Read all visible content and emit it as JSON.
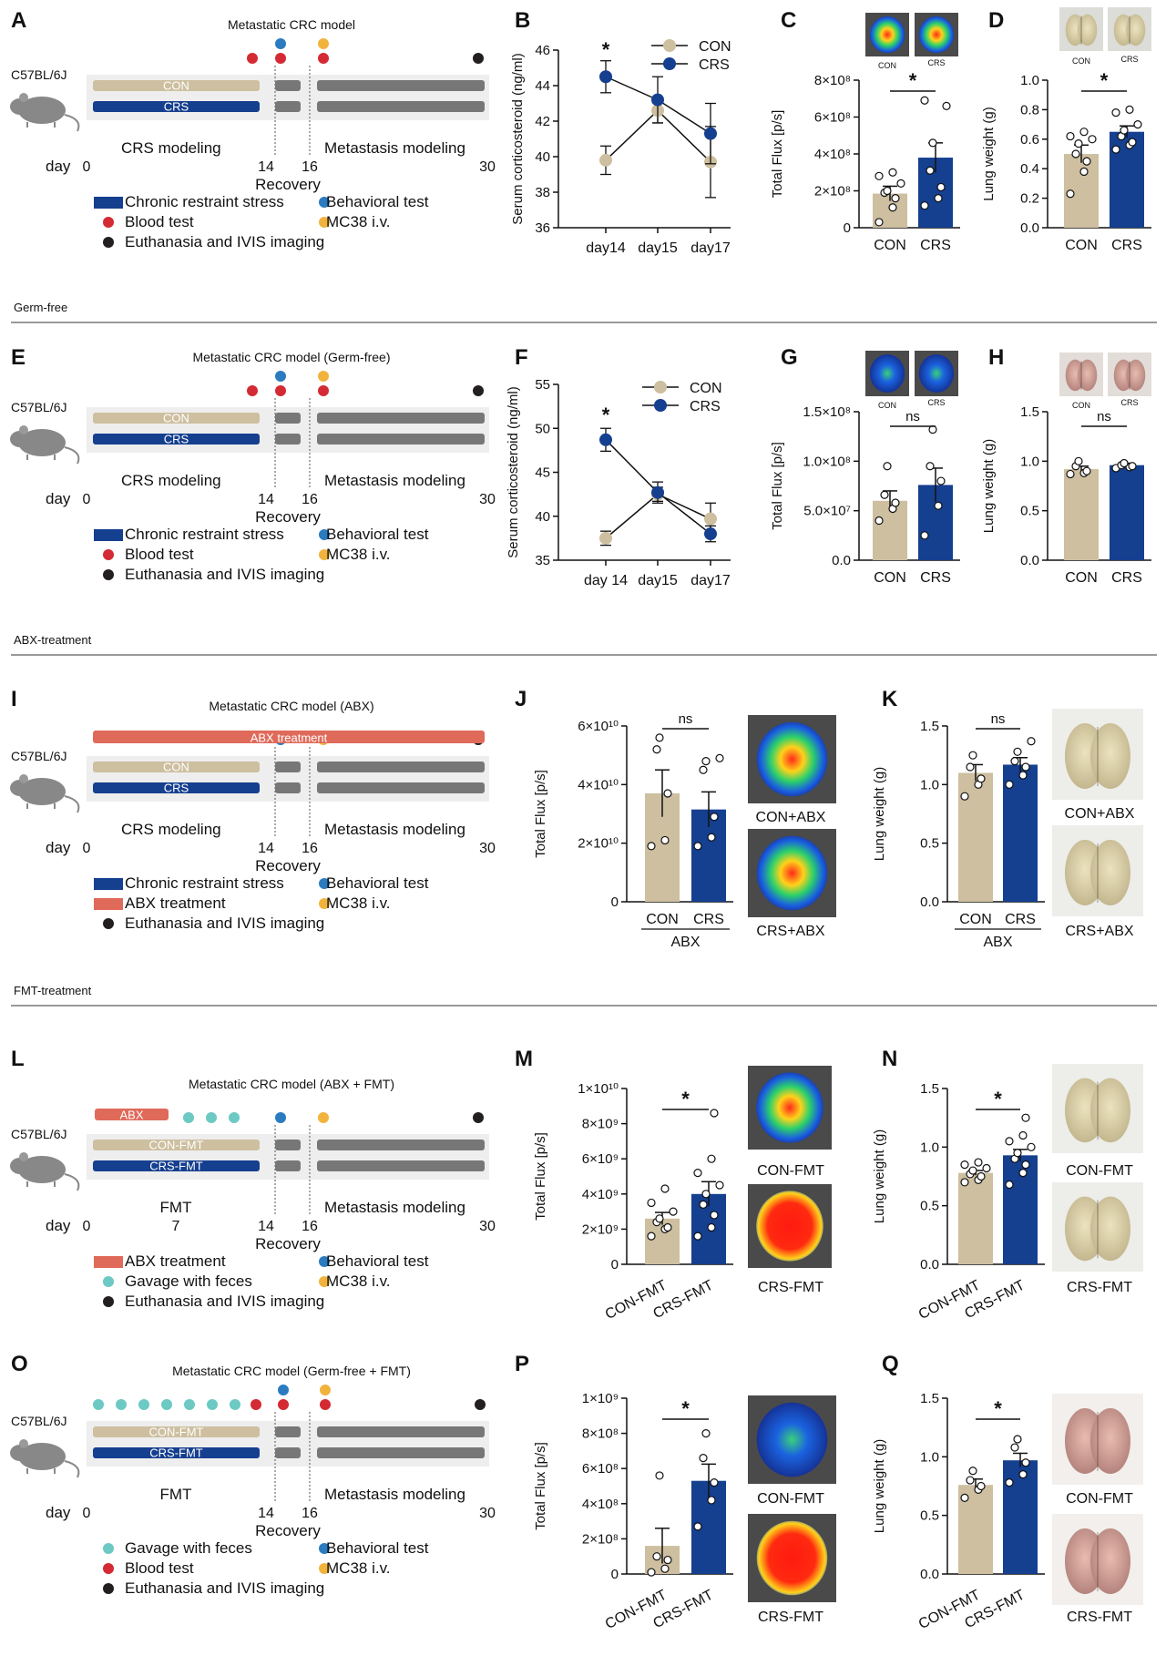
{
  "colors": {
    "con": "#cdbf9f",
    "crs": "#153f8f",
    "grey": "#777777",
    "panelbg": "#eeeeee",
    "abx": "#e06a5a",
    "blood": "#d42a33",
    "behav": "#2b7bc0",
    "mc38": "#f2b33d",
    "euth": "#231f20",
    "gavage": "#6cc9c4"
  },
  "sections": {
    "germfree": "Germ-free",
    "abx": "ABX-treatment",
    "fmt": "FMT-treatment"
  },
  "letters": {
    "A": "A",
    "B": "B",
    "C": "C",
    "D": "D",
    "E": "E",
    "F": "F",
    "G": "G",
    "H": "H",
    "I": "I",
    "J": "J",
    "K": "K",
    "L": "L",
    "M": "M",
    "N": "N",
    "O": "O",
    "P": "P",
    "Q": "Q"
  },
  "common": {
    "mouse": "C57BL/6J",
    "day": "day",
    "con": "CON",
    "crs": "CRS",
    "conFmt": "CON-FMT",
    "crsFmt": "CRS-FMT",
    "crsModeling": "CRS modeling",
    "metModeling": "Metastasis modeling",
    "recovery": "Recovery",
    "fmt": "FMT",
    "d0": "0",
    "d7": "7",
    "d14": "14",
    "d16": "16",
    "d30": "30",
    "legChronic": "Chronic restraint stress",
    "legBehav": "Behavioral test",
    "legBlood": "Blood test",
    "legMc38": "MC38 i.v.",
    "legEuth": "Euthanasia and IVIS imaging",
    "legAbx": "ABX treatment",
    "legGavage": "Gavage with feces",
    "abxBar": "ABX treatment",
    "abxShort": "ABX",
    "abxGroup": "ABX",
    "conAbx": "CON+ABX",
    "crsAbx": "CRS+ABX",
    "yFlux": "Total Flux [p/s]",
    "yLung": "Lung weight (g)",
    "ySerum": "Serum corticosteroid (ng/ml)",
    "star": "*",
    "ns": "ns"
  },
  "timelines": {
    "A": {
      "title": "Metastatic CRC model"
    },
    "E": {
      "title": "Metastatic CRC model (Germ-free)"
    },
    "I": {
      "title": "Metastatic CRC model (ABX)"
    },
    "L": {
      "title": "Metastatic CRC model (ABX + FMT)"
    },
    "O": {
      "title": "Metastatic CRC model (Germ-free + FMT)"
    }
  },
  "chart_data": [
    {
      "panel": "B",
      "type": "line",
      "ylabel": "Serum corticosteroid (ng/ml)",
      "x": [
        "day14",
        "day15",
        "day17"
      ],
      "ylim": [
        36,
        46
      ],
      "yticks": [
        "36",
        "38",
        "40",
        "42",
        "44",
        "46"
      ],
      "series": [
        {
          "name": "CON",
          "values": [
            39.8,
            42.6,
            39.7
          ],
          "err": [
            0.8,
            0.7,
            2.0
          ]
        },
        {
          "name": "CRS",
          "values": [
            44.5,
            43.2,
            41.3
          ],
          "err": [
            0.9,
            1.3,
            1.7
          ]
        }
      ],
      "annotations": [
        "*"
      ]
    },
    {
      "panel": "F",
      "type": "line",
      "ylabel": "Serum corticosteroid (ng/ml)",
      "x": [
        "day 14",
        "day15",
        "day17"
      ],
      "ylim": [
        35,
        55
      ],
      "yticks": [
        "35",
        "40",
        "45",
        "50",
        "55"
      ],
      "series": [
        {
          "name": "CON",
          "values": [
            37.5,
            42.5,
            39.7
          ],
          "err": [
            0.8,
            0.8,
            1.8
          ]
        },
        {
          "name": "CRS",
          "values": [
            48.7,
            42.7,
            38.0
          ],
          "err": [
            1.3,
            1.2,
            0.9
          ]
        }
      ],
      "annotations": [
        "*"
      ]
    },
    {
      "panel": "C",
      "type": "bar",
      "categories": [
        "CON",
        "CRS"
      ],
      "ylabel": "Total Flux [p/s]",
      "ylim": [
        0,
        800000000.0
      ],
      "yticks": [
        "0",
        "2×10⁸",
        "4×10⁸",
        "6×10⁸",
        "8×10⁸"
      ],
      "values": [
        185000000.0,
        380000000.0
      ],
      "err": [
        40000000.0,
        80000000.0
      ],
      "points": [
        [
          30000000.0,
          110000000.0,
          160000000.0,
          190000000.0,
          200000000.0,
          240000000.0,
          280000000.0,
          300000000.0
        ],
        [
          120000000.0,
          160000000.0,
          220000000.0,
          310000000.0,
          460000000.0,
          660000000.0,
          690000000.0
        ]
      ],
      "sig": "*"
    },
    {
      "panel": "D",
      "type": "bar",
      "categories": [
        "CON",
        "CRS"
      ],
      "ylabel": "Lung weight (g)",
      "ylim": [
        0,
        1.0
      ],
      "yticks": [
        "0.0",
        "0.2",
        "0.4",
        "0.6",
        "0.8",
        "1.0"
      ],
      "values": [
        0.5,
        0.65
      ],
      "err": [
        0.06,
        0.04
      ],
      "points": [
        [
          0.23,
          0.38,
          0.45,
          0.5,
          0.57,
          0.6,
          0.62,
          0.65
        ],
        [
          0.53,
          0.56,
          0.58,
          0.62,
          0.66,
          0.7,
          0.78,
          0.8
        ]
      ],
      "sig": "*"
    },
    {
      "panel": "G",
      "type": "bar",
      "categories": [
        "CON",
        "CRS"
      ],
      "ylabel": "Total Flux [p/s]",
      "ylim": [
        0,
        150000000.0
      ],
      "yticks": [
        "0.0",
        "5.0×10⁷",
        "1.0×10⁸",
        "1.5×10⁸"
      ],
      "values": [
        60000000.0,
        76000000.0
      ],
      "err": [
        10000000.0,
        17000000.0
      ],
      "points": [
        [
          40000000.0,
          52000000.0,
          58000000.0,
          66000000.0,
          95000000.0
        ],
        [
          25000000.0,
          55000000.0,
          80000000.0,
          95000000.0,
          132000000.0
        ]
      ],
      "sig": "ns"
    },
    {
      "panel": "H",
      "type": "bar",
      "categories": [
        "CON",
        "CRS"
      ],
      "ylabel": "Lung weight (g)",
      "ylim": [
        0,
        1.5
      ],
      "yticks": [
        "0.0",
        "0.5",
        "1.0",
        "1.5"
      ],
      "values": [
        0.92,
        0.96
      ],
      "err": [
        0.03,
        0.02
      ],
      "points": [
        [
          0.87,
          0.88,
          0.9,
          0.95,
          1.0
        ],
        [
          0.93,
          0.94,
          0.95,
          0.96,
          0.98
        ]
      ],
      "sig": "ns"
    },
    {
      "panel": "J",
      "type": "bar",
      "categories": [
        "CON",
        "CRS"
      ],
      "group": "ABX",
      "ylabel": "Total Flux [p/s]",
      "ylim": [
        0,
        60000000000.0
      ],
      "yticks": [
        "0",
        "2×10¹⁰",
        "4×10¹⁰",
        "6×10¹⁰"
      ],
      "values": [
        37000000000.0,
        31500000000.0
      ],
      "err": [
        8000000000.0,
        6000000000.0
      ],
      "points": [
        [
          19000000000.0,
          21000000000.0,
          37000000000.0,
          52000000000.0,
          56000000000.0
        ],
        [
          19000000000.0,
          22000000000.0,
          29000000000.0,
          45000000000.0,
          48000000000.0,
          49000000000.0
        ]
      ],
      "sig": "ns",
      "imgLabels": [
        "CON+ABX",
        "CRS+ABX"
      ]
    },
    {
      "panel": "K",
      "type": "bar",
      "categories": [
        "CON",
        "CRS"
      ],
      "group": "ABX",
      "ylabel": "Lung weight (g)",
      "ylim": [
        0,
        1.5
      ],
      "yticks": [
        "0.0",
        "0.5",
        "1.0",
        "1.5"
      ],
      "values": [
        1.1,
        1.17
      ],
      "err": [
        0.07,
        0.06
      ],
      "points": [
        [
          0.9,
          1.0,
          1.05,
          1.15,
          1.25
        ],
        [
          1.0,
          1.08,
          1.15,
          1.2,
          1.28,
          1.37
        ]
      ],
      "sig": "ns",
      "imgLabels": [
        "CON+ABX",
        "CRS+ABX"
      ]
    },
    {
      "panel": "M",
      "type": "bar",
      "categories": [
        "CON-FMT",
        "CRS-FMT"
      ],
      "ylabel": "Total Flux [p/s]",
      "ylim": [
        0,
        10000000000.0
      ],
      "yticks": [
        "0",
        "2×10⁹",
        "4×10⁹",
        "6×10⁹",
        "8×10⁹",
        "1×10¹⁰"
      ],
      "values": [
        2600000000.0,
        4000000000.0
      ],
      "err": [
        350000000.0,
        700000000.0
      ],
      "points": [
        [
          1600000000.0,
          2000000000.0,
          2100000000.0,
          2400000000.0,
          2600000000.0,
          3000000000.0,
          3500000000.0,
          4300000000.0
        ],
        [
          1600000000.0,
          2100000000.0,
          2800000000.0,
          3400000000.0,
          4000000000.0,
          4500000000.0,
          5200000000.0,
          6000000000.0,
          8600000000.0
        ]
      ],
      "sig": "*",
      "imgLabels": [
        "CON-FMT",
        "CRS-FMT"
      ]
    },
    {
      "panel": "N",
      "type": "bar",
      "categories": [
        "CON-FMT",
        "CRS-FMT"
      ],
      "ylabel": "Lung weight (g)",
      "ylim": [
        0,
        1.5
      ],
      "yticks": [
        "0.0",
        "0.5",
        "1.0",
        "1.5"
      ],
      "values": [
        0.78,
        0.93
      ],
      "err": [
        0.02,
        0.05
      ],
      "points": [
        [
          0.7,
          0.72,
          0.75,
          0.77,
          0.8,
          0.82,
          0.85,
          0.87
        ],
        [
          0.68,
          0.78,
          0.85,
          0.9,
          0.95,
          1.0,
          1.05,
          1.1,
          1.25
        ]
      ],
      "sig": "*",
      "imgLabels": [
        "CON-FMT",
        "CRS-FMT"
      ]
    },
    {
      "panel": "P",
      "type": "bar",
      "categories": [
        "CON-FMT",
        "CRS-FMT"
      ],
      "ylabel": "Total Flux [p/s]",
      "ylim": [
        0,
        1000000000.0
      ],
      "yticks": [
        "0",
        "2×10⁸",
        "4×10⁸",
        "6×10⁸",
        "8×10⁸",
        "1×10⁹"
      ],
      "values": [
        160000000.0,
        530000000.0
      ],
      "err": [
        100000000.0,
        95000000.0
      ],
      "points": [
        [
          10000000.0,
          30000000.0,
          80000000.0,
          100000000.0,
          560000000.0
        ],
        [
          270000000.0,
          420000000.0,
          520000000.0,
          660000000.0,
          800000000.0
        ]
      ],
      "sig": "*",
      "imgLabels": [
        "CON-FMT",
        "CRS-FMT"
      ]
    },
    {
      "panel": "Q",
      "type": "bar",
      "categories": [
        "CON-FMT",
        "CRS-FMT"
      ],
      "ylabel": "Lung weight (g)",
      "ylim": [
        0,
        1.5
      ],
      "yticks": [
        "0.0",
        "0.5",
        "1.0",
        "1.5"
      ],
      "values": [
        0.76,
        0.97
      ],
      "err": [
        0.05,
        0.06
      ],
      "points": [
        [
          0.65,
          0.72,
          0.75,
          0.8,
          0.88
        ],
        [
          0.78,
          0.85,
          0.95,
          1.08,
          1.15
        ]
      ],
      "sig": "*",
      "imgLabels": [
        "CON-FMT",
        "CRS-FMT"
      ]
    }
  ]
}
